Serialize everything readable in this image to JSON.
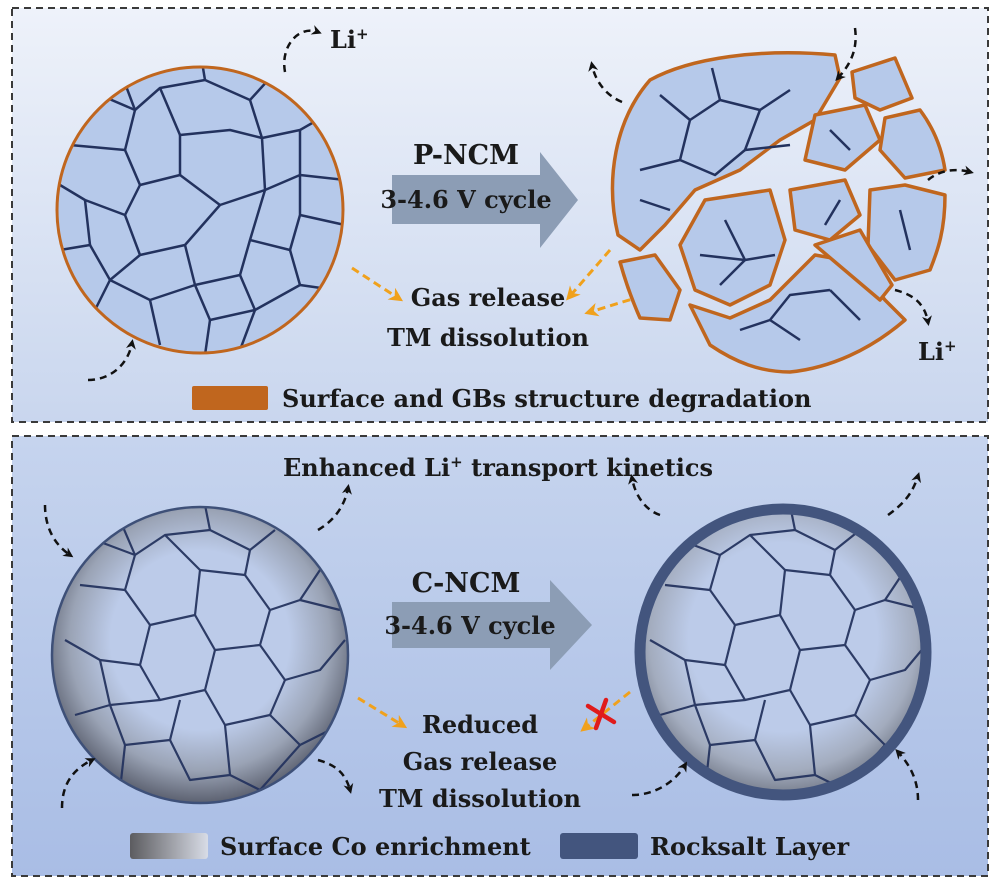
{
  "top_panel": {
    "label_li_top": "Li",
    "label_li_top_sup": "+",
    "label_li_bottom": "Li",
    "label_li_bottom_sup": "+",
    "arrow_title": "P-NCM",
    "arrow_subtitle": "3-4.6 V cycle",
    "center_line1": "Gas release",
    "center_line2": "TM dissolution",
    "legend_label": "Surface and GBs structure degradation",
    "colors": {
      "particle_fill": "#b6c9ea",
      "particle_edge": "#c0661e",
      "grain_line": "#23325e",
      "legend_swatch": "#c0661e"
    }
  },
  "bottom_panel": {
    "heading_pre": "Enhanced Li",
    "heading_sup": "+",
    "heading_post": " transport kinetics",
    "arrow_title": "C-NCM",
    "arrow_subtitle": "3-4.6 V cycle",
    "center_line1": "Reduced",
    "center_line2": "Gas release",
    "center_line3": "TM dissolution",
    "legend_co": "Surface Co enrichment",
    "legend_rocksalt": "Rocksalt Layer",
    "colors": {
      "rocksalt": "#43557e",
      "blocked_mark": "#e01b1b"
    }
  },
  "colors": {
    "dashed_orange": "#f0a11c",
    "big_arrow": "#8c9db5",
    "top_bg": "#dfe7f6",
    "bottom_bg": "#b6c8ea"
  }
}
